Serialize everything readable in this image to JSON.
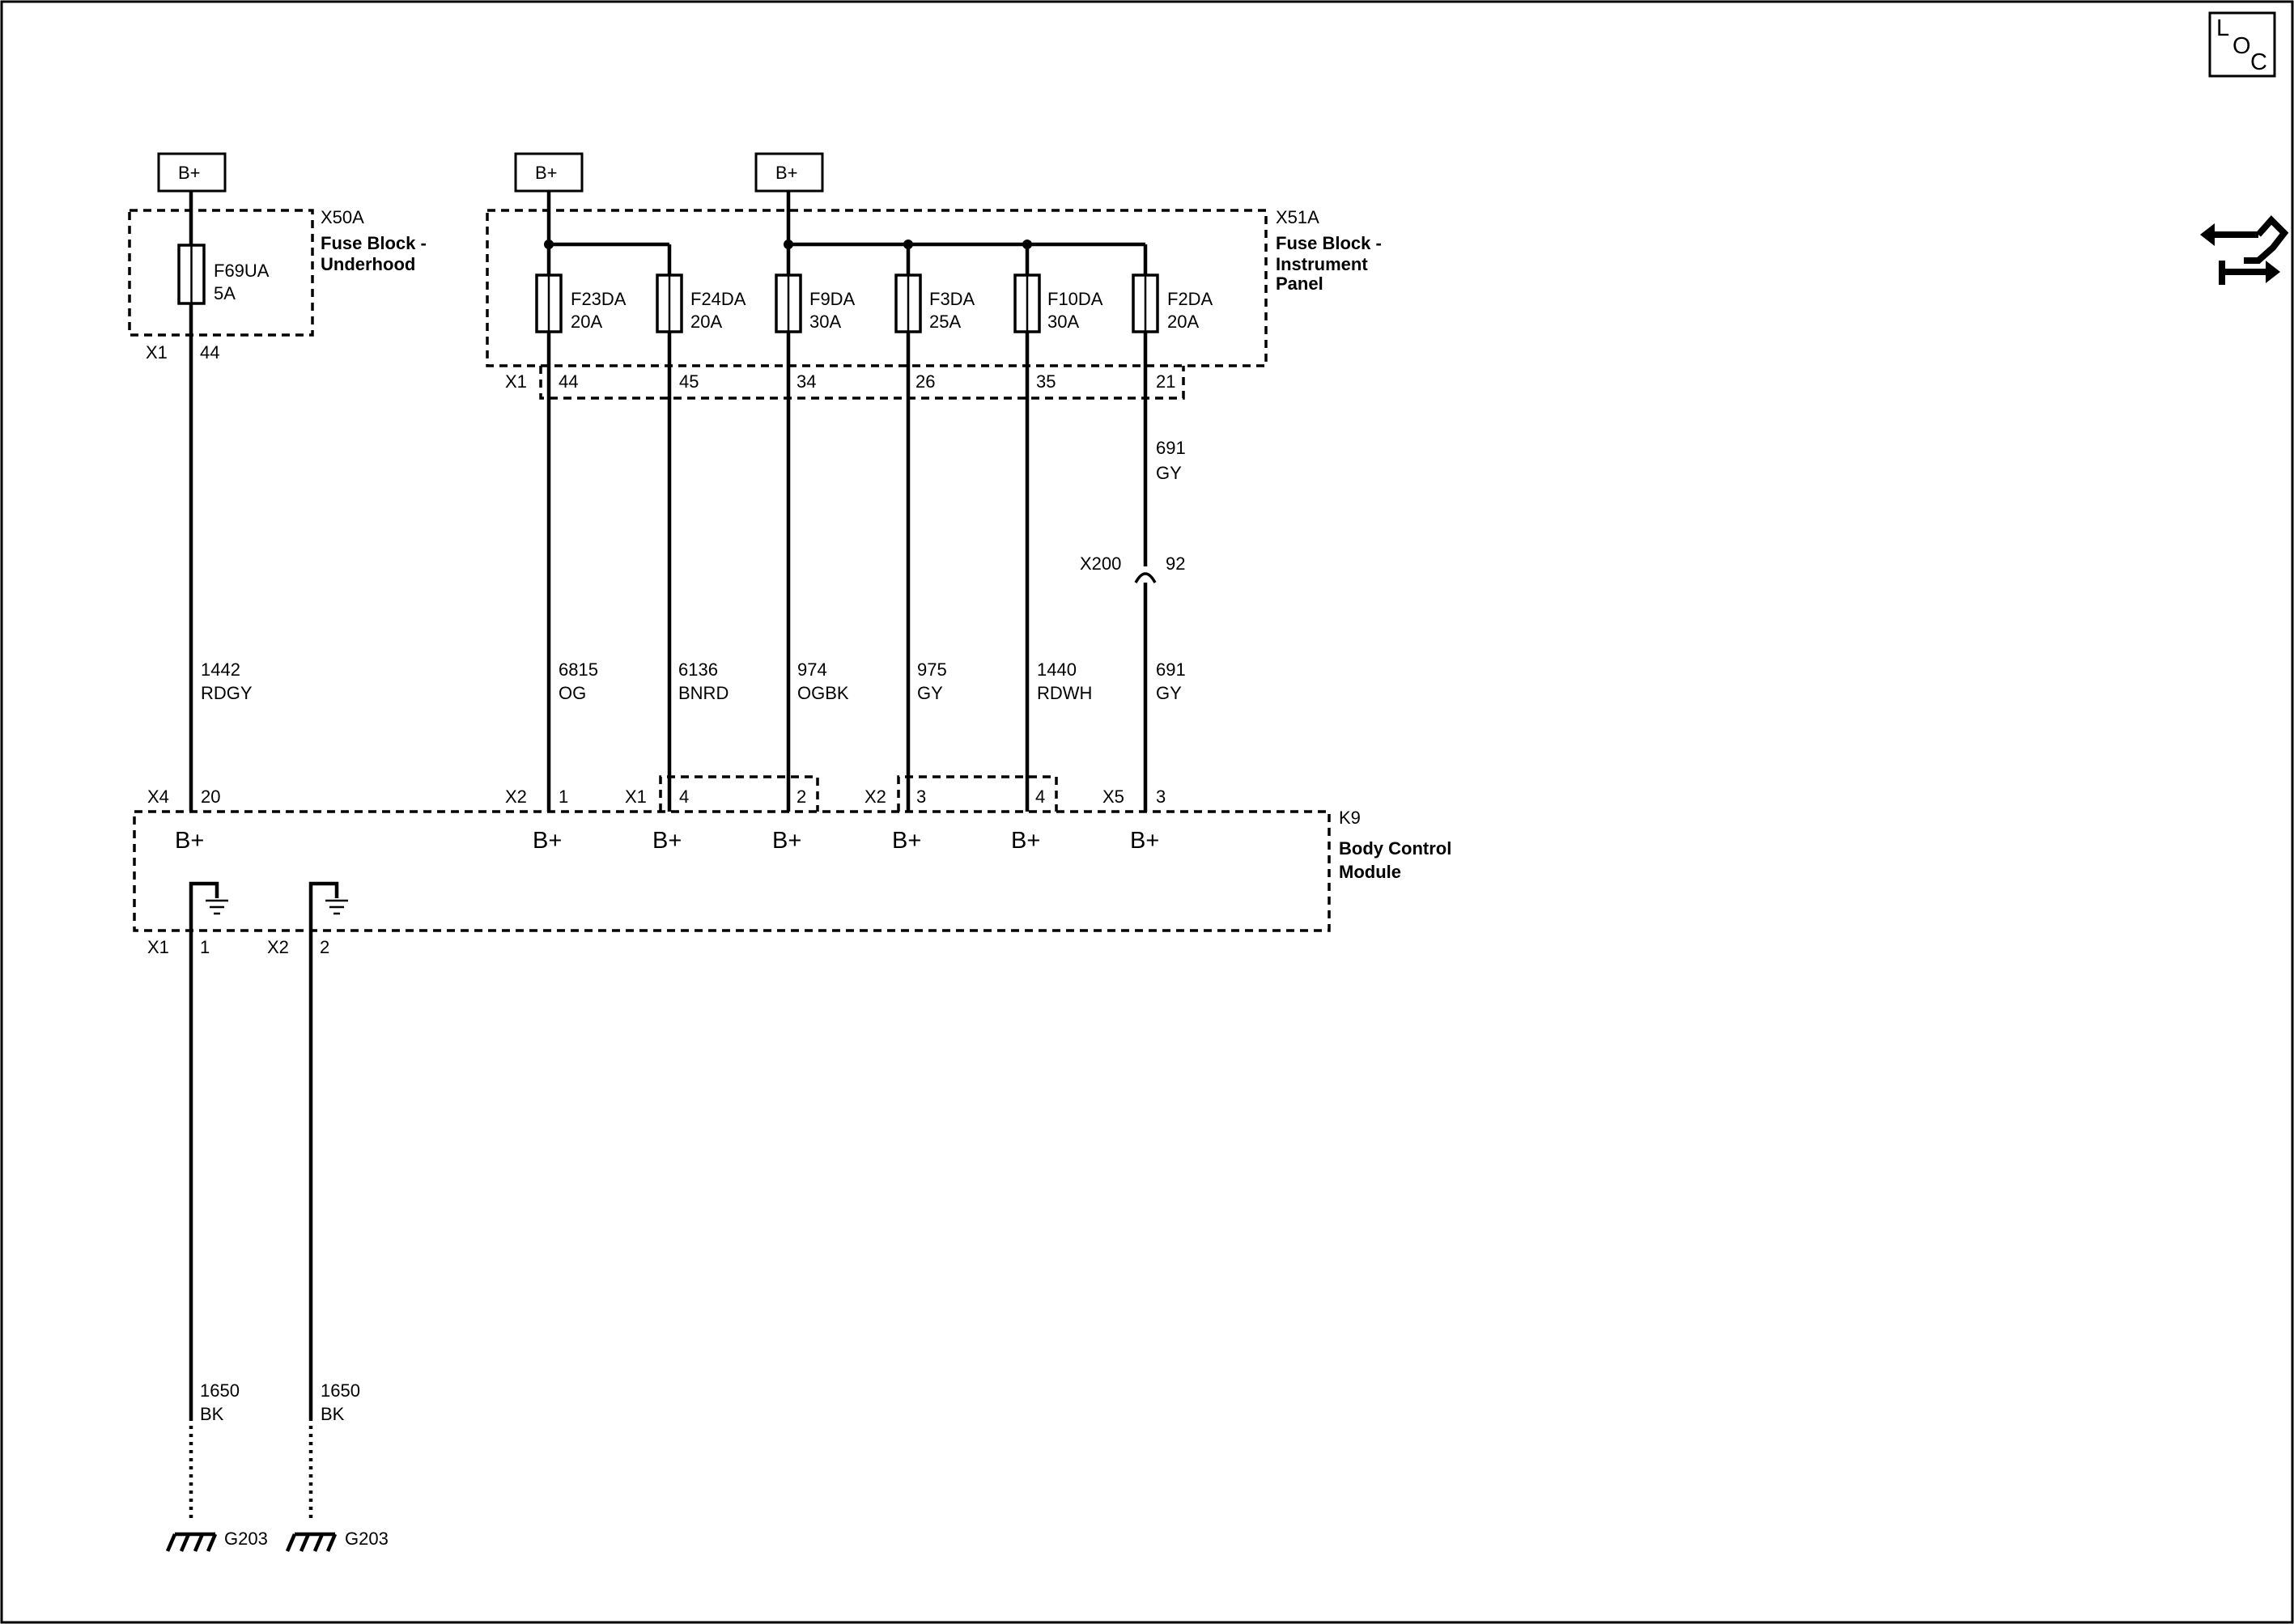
{
  "loc_icon": {
    "letters": [
      "L",
      "O",
      "C"
    ]
  },
  "nav_icon": "harness-arrows-icon",
  "battery_label": "B+",
  "fuse_block_underhood": {
    "id": "X50A",
    "name_line1": "Fuse Block -",
    "name_line2": "Underhood",
    "connector": "X1",
    "fuse": {
      "name": "F69UA",
      "rating": "5A",
      "pin": "44"
    }
  },
  "fuse_block_ip": {
    "id": "X51A",
    "name_line1": "Fuse Block -",
    "name_line2": "Instrument",
    "name_line3": "Panel",
    "connector": "X1",
    "fuses": [
      {
        "name": "F23DA",
        "rating": "20A",
        "pin": "44"
      },
      {
        "name": "F24DA",
        "rating": "20A",
        "pin": "45"
      },
      {
        "name": "F9DA",
        "rating": "30A",
        "pin": "34"
      },
      {
        "name": "F3DA",
        "rating": "25A",
        "pin": "26"
      },
      {
        "name": "F10DA",
        "rating": "30A",
        "pin": "35"
      },
      {
        "name": "F2DA",
        "rating": "20A",
        "pin": "21"
      }
    ]
  },
  "wires": [
    {
      "circuit": "1442",
      "color": "RDGY"
    },
    {
      "circuit": "6815",
      "color": "OG"
    },
    {
      "circuit": "6136",
      "color": "BNRD"
    },
    {
      "circuit": "974",
      "color": "OGBK"
    },
    {
      "circuit": "975",
      "color": "GY"
    },
    {
      "circuit": "1440",
      "color": "RDWH"
    },
    {
      "circuit": "691",
      "color": "GY"
    }
  ],
  "wire_upper_691": {
    "circuit": "691",
    "color": "GY"
  },
  "inline_connector": {
    "id": "X200",
    "pin": "92"
  },
  "bcm": {
    "id": "K9",
    "name_line1": "Body Control",
    "name_line2": "Module",
    "pin_label": "B+",
    "inputs": [
      {
        "connector": "X4",
        "pin": "20"
      },
      {
        "connector": "X2",
        "pin": "1"
      },
      {
        "connector": "X1",
        "pin": "4"
      },
      {
        "connector": "",
        "pin": "2"
      },
      {
        "connector": "X2",
        "pin": "3"
      },
      {
        "connector": "",
        "pin": "4"
      },
      {
        "connector": "X5",
        "pin": "3"
      }
    ],
    "grounds": [
      {
        "connector": "X1",
        "pin": "1",
        "circuit": "1650",
        "color": "BK",
        "ground": "G203"
      },
      {
        "connector": "X2",
        "pin": "2",
        "circuit": "1650",
        "color": "BK",
        "ground": "G203"
      }
    ]
  }
}
